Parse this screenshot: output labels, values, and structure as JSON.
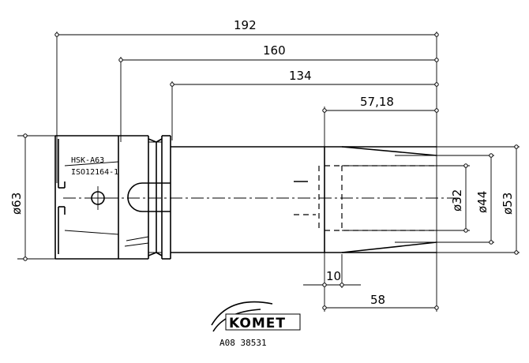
{
  "dimensions": {
    "overall_length": "192",
    "length_160": "160",
    "length_134": "134",
    "bore_depth": "57,18",
    "shoulder": "10",
    "taper_length": "58",
    "flange_diameter": "ø63",
    "bore_diameter": "ø32",
    "diameter_44": "ø44",
    "diameter_53": "ø53"
  },
  "notes": {
    "shank_type": "HSK-A63",
    "standard": "ISO12164-1"
  },
  "brand": {
    "logo": "KOMET",
    "part_number": "A08 38531"
  }
}
